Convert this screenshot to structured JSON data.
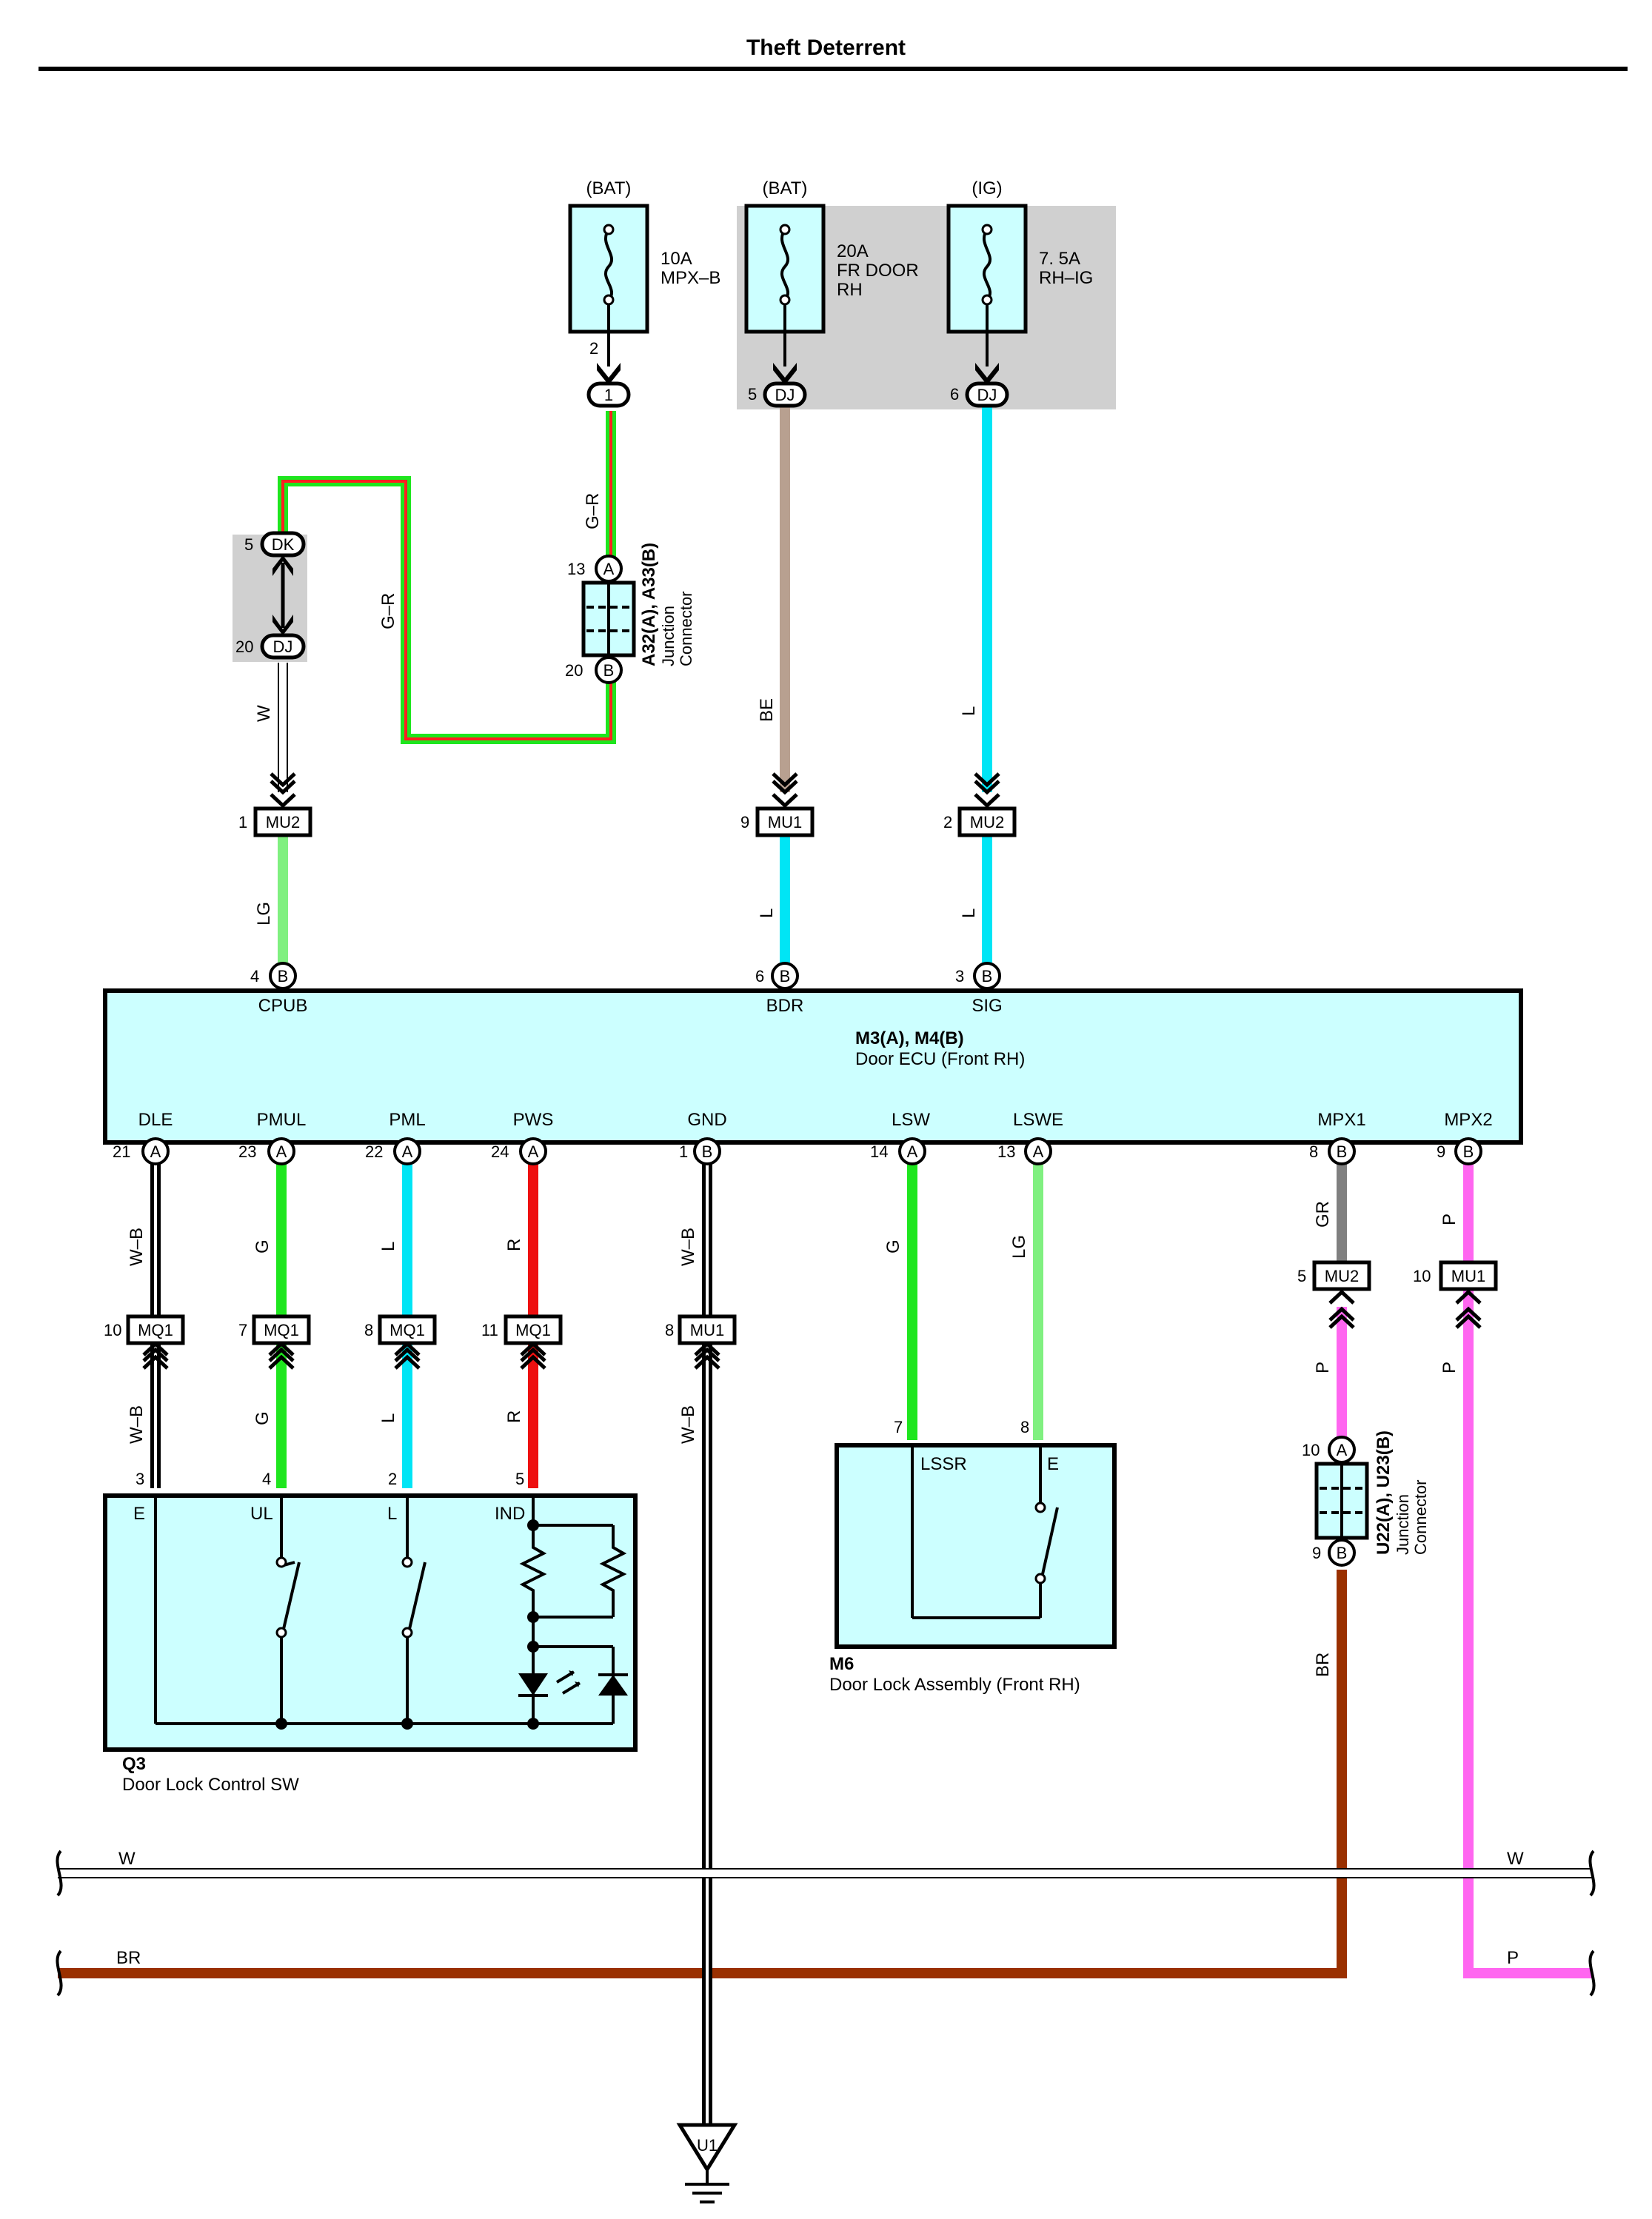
{
  "title": "Theft Deterrent",
  "colors": {
    "W": "#ffffff",
    "GR_red": "#ff2020",
    "G": "#1ee61e",
    "LG": "#80f080",
    "BE": "#b8a090",
    "L": "#00e5f5",
    "R": "#ee1010",
    "GRY": "#808080",
    "P": "#ff66f0",
    "BR": "#9a3000",
    "component_fill": "#ccffff",
    "shade": "#d0d0d0"
  },
  "fuses": [
    {
      "source": "(BAT)",
      "rating": "10A",
      "name1": "MPX–B",
      "name2": "",
      "pin": "2"
    },
    {
      "source": "(BAT)",
      "rating": "20A",
      "name1": "FR DOOR",
      "name2": "RH",
      "pin": "5",
      "conn": "DJ"
    },
    {
      "source": "(IG)",
      "rating": "7. 5A",
      "name1": "RH–IG",
      "name2": "",
      "pin": "6",
      "conn": "DJ"
    }
  ],
  "connectors": {
    "c1": {
      "pin": "",
      "label": "1"
    },
    "dk": {
      "pin": "5",
      "label": "DK"
    },
    "dj20": {
      "pin": "20",
      "label": "DJ"
    },
    "mu2_1": {
      "pin": "1",
      "label": "MU2"
    },
    "mu1_9": {
      "pin": "9",
      "label": "MU1"
    },
    "mu2_2": {
      "pin": "2",
      "label": "MU2"
    },
    "mq1_10": {
      "pin": "10",
      "label": "MQ1"
    },
    "mq1_7": {
      "pin": "7",
      "label": "MQ1"
    },
    "mq1_8": {
      "pin": "8",
      "label": "MQ1"
    },
    "mq1_11": {
      "pin": "11",
      "label": "MQ1"
    },
    "mu1_8": {
      "pin": "8",
      "label": "MU1"
    },
    "mu2_5": {
      "pin": "5",
      "label": "MU2"
    },
    "mu1_10": {
      "pin": "10",
      "label": "MU1"
    }
  },
  "junction_a32": {
    "pin_a": "13",
    "pin_b": "20",
    "a": "A",
    "b": "B",
    "name": "A32(A), A33(B)",
    "line2": "Junction",
    "line3": "Connector"
  },
  "junction_u22": {
    "pin_a": "10",
    "pin_b": "9",
    "a": "A",
    "b": "B",
    "name": "U22(A), U23(B)",
    "line2": "Junction",
    "line3": "Connector"
  },
  "wire_labels": {
    "gr1": "G–R",
    "gr2": "G–R",
    "w1": "W",
    "be": "BE",
    "l1": "L",
    "lg1": "LG",
    "l2": "L",
    "l3": "L",
    "wb1": "W–B",
    "g1": "G",
    "l4": "L",
    "r1": "R",
    "wb2": "W–B",
    "g2": "G",
    "lg2": "LG",
    "gr3": "GR",
    "p1": "P",
    "wb3": "W–B",
    "g3": "G",
    "l5": "L",
    "r2": "R",
    "wb4": "W–B",
    "p2": "P",
    "p3": "P",
    "br": "BR",
    "bus_w_left": "W",
    "bus_w_right": "W",
    "bus_br_left": "BR",
    "bus_p_right": "P"
  },
  "ecu": {
    "name": "M3(A), M4(B)",
    "desc": "Door ECU (Front RH)",
    "top_pins": [
      {
        "num": "4",
        "conn": "B",
        "label": "CPUB"
      },
      {
        "num": "6",
        "conn": "B",
        "label": "BDR"
      },
      {
        "num": "3",
        "conn": "B",
        "label": "SIG"
      }
    ],
    "bottom_pins": [
      {
        "num": "21",
        "conn": "A",
        "label": "DLE"
      },
      {
        "num": "23",
        "conn": "A",
        "label": "PMUL"
      },
      {
        "num": "22",
        "conn": "A",
        "label": "PML"
      },
      {
        "num": "24",
        "conn": "A",
        "label": "PWS"
      },
      {
        "num": "1",
        "conn": "B",
        "label": "GND"
      },
      {
        "num": "14",
        "conn": "A",
        "label": "LSW"
      },
      {
        "num": "13",
        "conn": "A",
        "label": "LSWE"
      },
      {
        "num": "8",
        "conn": "B",
        "label": "MPX1"
      },
      {
        "num": "9",
        "conn": "B",
        "label": "MPX2"
      }
    ]
  },
  "q3": {
    "code": "Q3",
    "desc": "Door Lock Control SW",
    "pins": [
      {
        "num": "3",
        "label": "E"
      },
      {
        "num": "4",
        "label": "UL"
      },
      {
        "num": "2",
        "label": "L"
      },
      {
        "num": "5",
        "label": "IND"
      }
    ]
  },
  "m6": {
    "code": "M6",
    "desc": "Door Lock Assembly (Front RH)",
    "pins": [
      {
        "num": "7",
        "label": "LSSR"
      },
      {
        "num": "8",
        "label": "E"
      }
    ]
  },
  "ground": {
    "label": "U1"
  }
}
